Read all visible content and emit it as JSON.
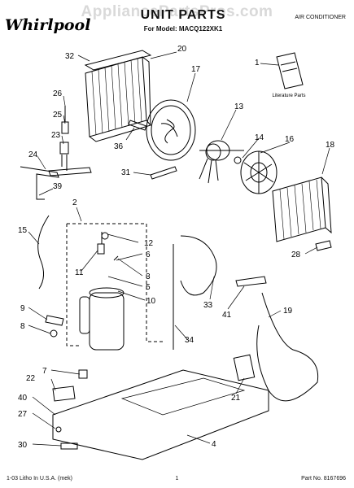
{
  "header": {
    "watermark": "AppliancePartsPros.com",
    "brand": "Whirlpool",
    "title": "UNIT PARTS",
    "model_line": "For Model: MACQ122XK1",
    "category": "AIR CONDITIONER"
  },
  "literature_label": "Literature Parts",
  "callouts": [
    "32",
    "20",
    "1",
    "17",
    "26",
    "13",
    "25",
    "14",
    "16",
    "23",
    "36",
    "18",
    "24",
    "39",
    "31",
    "2",
    "15",
    "12",
    "6",
    "11",
    "28",
    "3",
    "5",
    "10",
    "33",
    "41",
    "19",
    "9",
    "8",
    "34",
    "7",
    "22",
    "21",
    "40",
    "27",
    "30",
    "4"
  ],
  "footer": {
    "left": "1-03 Litho In U.S.A. (mek)",
    "page": "1",
    "part": "Part No. 8167696"
  }
}
